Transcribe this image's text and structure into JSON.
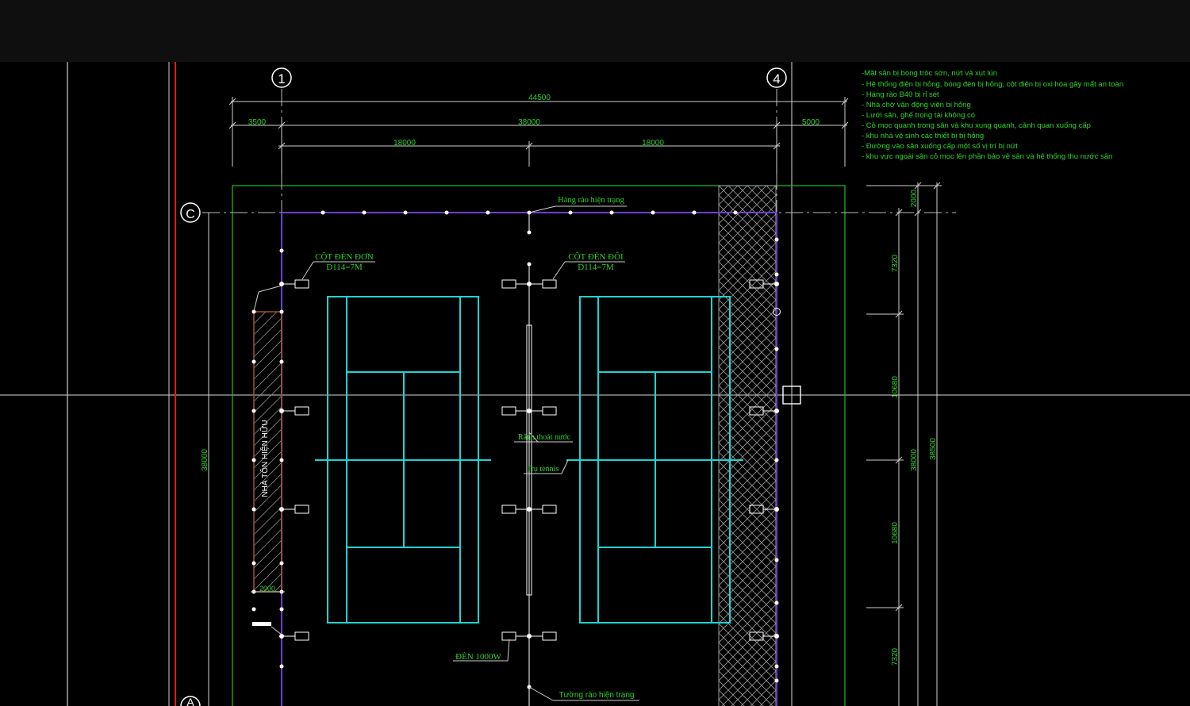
{
  "grid": {
    "col_1": "1",
    "col_4": "4",
    "row_c": "C",
    "row_a": "A"
  },
  "dims": {
    "total": "44500",
    "left": "3500",
    "mid": "38000",
    "right": "5000",
    "half_a": "18000",
    "half_b": "18000",
    "right_top": "2000",
    "right_7320_a": "7320",
    "right_10680_a": "10680",
    "right_38000": "38000",
    "right_38500": "38500",
    "right_10680_b": "10680",
    "right_7320_b": "7320",
    "left_38000": "38000",
    "bottom_2000": "2000"
  },
  "labels": {
    "fence_top": "Hàng rào hiện trạng",
    "fence_bottom": "Tường rào hiện trạng",
    "pole_single_title": "CỘT ĐÈN ĐƠN",
    "pole_single_spec": "D114=7M",
    "pole_double_title": "CỘT ĐÈN ĐÔI",
    "pole_double_spec": "D114=7M",
    "drain": "Rãnh thoát nước",
    "post": "Trụ tennis",
    "lamp": "ĐÈN 1000W",
    "shed": "NHÀ TÔN HIỆN HỮU"
  },
  "notes": [
    "-Mặt sân bị bong tróc sơn, nứt và xụt lún",
    "- Hệ thống điện bị hỏng, bóng đèn bị hỏng, cột điện bị oxi hóa gây mất an toàn",
    "- Hàng rào B40 bị rỉ sét",
    "- Nhà chờ vận động viên bị hỏng",
    "- Lưới sân, ghế trọng tài không có",
    "- Cỏ mọc quanh trong sân và khu xung quanh, cảnh quan xuống cấp",
    "- khu nhà vệ sinh các thiết bị bị hỏng",
    "- Đường vào sân xuống cấp một số vị trí bị nứt",
    "- khu vực ngoài sân cỏ mọc lên phần bảo vệ sân và hệ thống thu nước sân"
  ],
  "colors": {
    "background": "#000000",
    "text": "#2bd42b",
    "court": "#1fd3d3",
    "fence": "#6b3fd1",
    "boundary": "#1fbf2a",
    "shed": "#a0522d",
    "axis_red": "#e0191b"
  }
}
